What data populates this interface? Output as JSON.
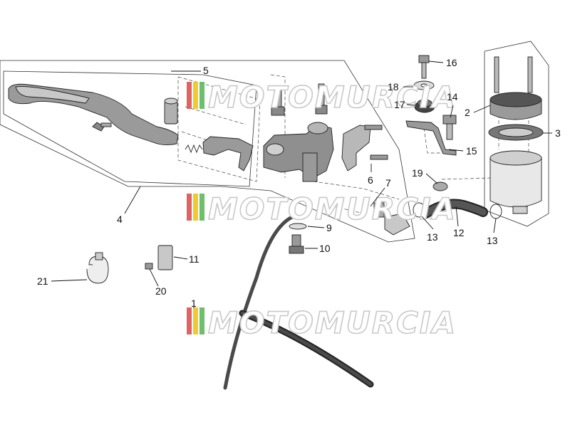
{
  "diagram": {
    "callouts": [
      "1",
      "2",
      "3",
      "4",
      "5",
      "6",
      "7",
      "9",
      "10",
      "11",
      "12",
      "13",
      "13",
      "14",
      "15",
      "16",
      "17",
      "18",
      "19",
      "20",
      "21"
    ]
  },
  "watermark": {
    "text": "MOTOMURCIA",
    "colors": [
      "#d9534f",
      "#f0c419",
      "#5cb85c",
      "#cccccc"
    ]
  }
}
